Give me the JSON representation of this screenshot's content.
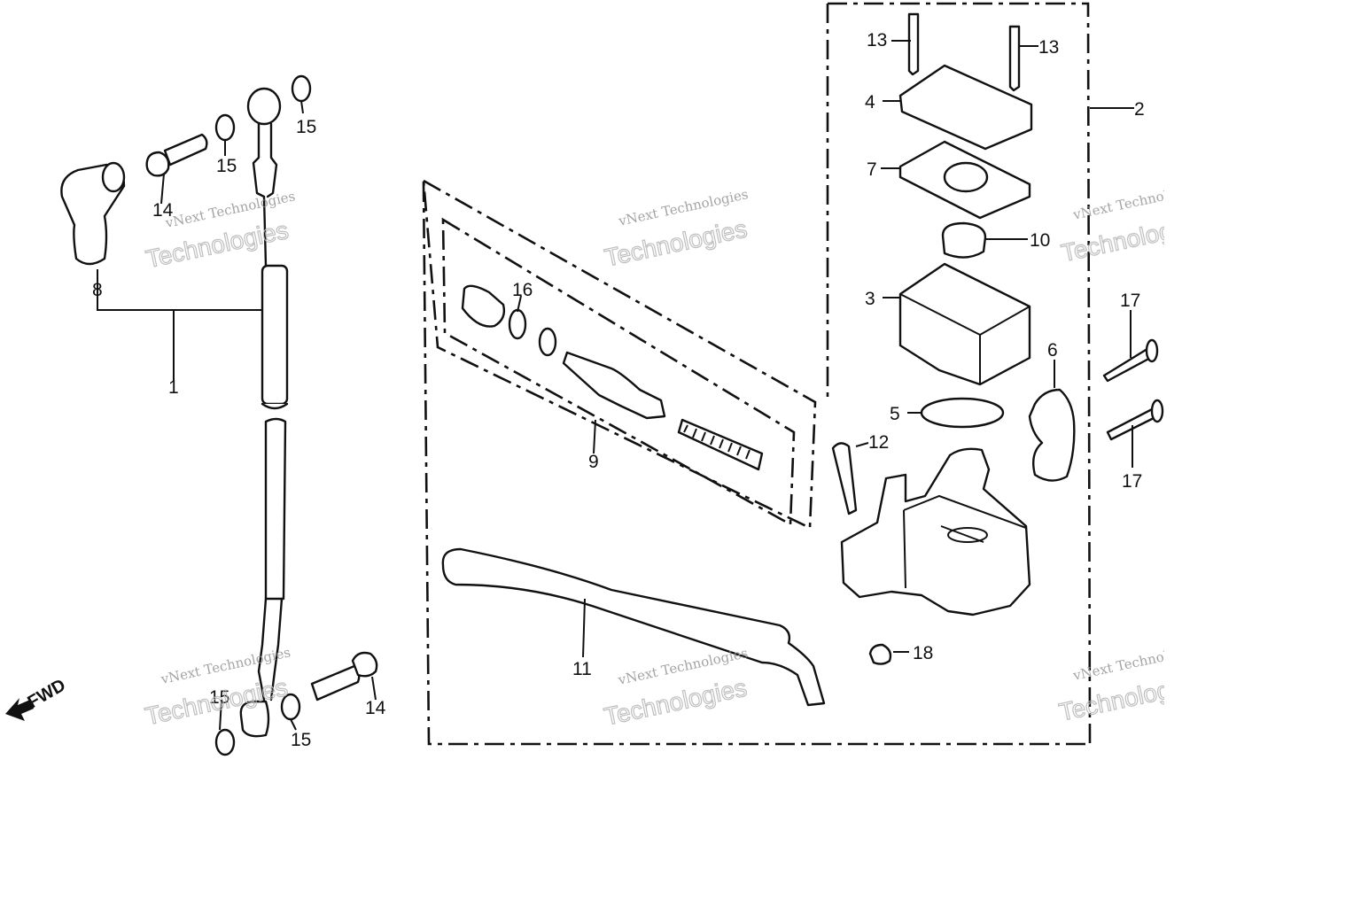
{
  "diagram": {
    "callouts": {
      "c1": "1",
      "c2": "2",
      "c3": "3",
      "c4": "4",
      "c5": "5",
      "c6": "6",
      "c7": "7",
      "c8": "8",
      "c9": "9",
      "c10": "10",
      "c11": "11",
      "c12": "12",
      "c13a": "13",
      "c13b": "13",
      "c14a": "14",
      "c14b": "14",
      "c15a": "15",
      "c15b": "15",
      "c15c": "15",
      "c15d": "15",
      "c16": "16",
      "c17a": "17",
      "c17b": "17",
      "c18": "18"
    },
    "fwd_label": "FWD"
  },
  "watermark": {
    "line1": "vNext Technologies",
    "line2": "Technologies"
  }
}
